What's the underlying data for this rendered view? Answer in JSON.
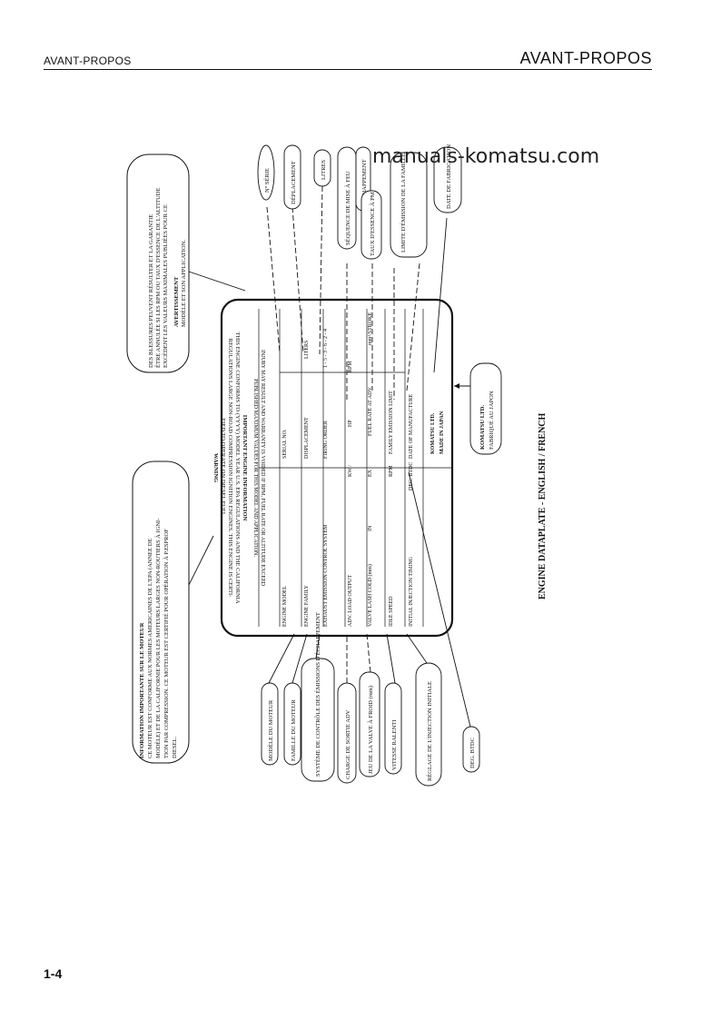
{
  "header": {
    "left_title": "AVANT-PROPOS",
    "right_title": "AVANT-PROPOS"
  },
  "watermark": "manuals-komatsu.com",
  "page_number": "1-4",
  "figure": {
    "caption": "ENGINE DATAPLATE - ENGLISH / FRENCH",
    "plate_callout": [
      "KOMATSU LTD.",
      "FABRIQUÉ AU JAPON"
    ],
    "info_note": [
      "INFORMATION IMPORTANTE SUR LE MOTEUR",
      "CE MOTEUR EST CONFORME AUX NORMES AMERICAINES DE L'EPA (ANNEE DE",
      "MODÈLE) ET DE LA CALIFORNIE POUR LES MOTEURS LARGES NON-ROUTIERS À IGNI-",
      "TION PAR COMPRESSION. CE MOTEUR EST CERTIFIÉ POUR OPÉRATION À P.ESPROF",
      "DIESEL."
    ],
    "warning_note": [
      "AVERTISSEMENT",
      "DES BLESSURES PEUVENT RÉSULTER ET LA GARANTIE",
      "ÊTRE ANNULÉE SI LES RPM OU TAUX D'ESSENCE DE L'ALTITUDE",
      "EXCÈDENT LES VALEURS MAXIMALES PUBLIÉES POUR CE",
      "MODÈLE ET SON APPLICATION."
    ],
    "plate": {
      "title": "IMPORTANT ENGINE INFORMATION",
      "intro": [
        "THIS ENGINE CONFORMS TO (YYYY) MODEL YEAR U.S. EPA REGULATIONS AND THE CALIFORNIA",
        "REGULATIONS LARGE NON-ROAD COMPRESSION IGNITION ENGINES. THIS ENGINE IS CERTI-",
        "FIED TO OPERATE ON DIESEL FUEL."
      ],
      "warning_label": "WARNING",
      "warning_text": [
        "INJURY MAY RESULT AND WARRANTY IS VOIDED IF RPM, FUEL RATE OR ALTITUDE EXCEED",
        "PUBLISHED MAXIMUM VALUES FOR THIS MODEL AND APPLICATION."
      ],
      "rows": [
        [
          "ENGINE MODEL",
          "SERIAL NO."
        ],
        [
          "ENGINE FAMILY",
          "DISPLACEMENT",
          "LITERS"
        ],
        [
          "EXHAUST EMISSION CONTROL SYSTEM",
          "FIRING ORDER",
          "1 - 5 - 3 - 6 - 2 - 4"
        ],
        [
          "ADV. LOAD OUTPUT",
          "KW  /",
          "HP",
          "RPM"
        ],
        [
          "VALVE LASH COLD (mm)",
          "IN",
          "EX",
          "FUEL RATE AT ADV.",
          "mm³/STROKE"
        ],
        [
          "IDLE SPEED",
          "RPM",
          "FAMILY EMISSION LIMIT"
        ],
        [
          "INITIAL INJECTION TIMING",
          "DEG. BTDC",
          "DATE OF MANUFACTURE"
        ]
      ],
      "maker": [
        "KOMATSU LTD.",
        "MADE IN JAPAN"
      ]
    },
    "callouts_right": [
      "N° SÉRIE",
      "DÉPLACEMENT",
      "LITRES",
      "SÉQUENCE DE MISE À FEU",
      "L'ÉCHAPPEMENT",
      "TAUX D'ESSENCE À PM",
      "LIMITE D'ÉMISSION DE LA FAMILLE",
      "DATE DE FABRICATION"
    ],
    "callouts_left": [
      "MODÈLE DU MOTEUR",
      "FAMILLE DU MOTEUR",
      "SYSTÈME DE CONTRÔLE DES ÉMISSIONS D'ÉCHAPPEMENT",
      "CHARGE DE SORTIE ADV",
      "JEU DE LA VALVE À FROID (mm)",
      "VITESSE RALENTI",
      "RÉGLAGE DE L'INJECTION INITIALE",
      "DEG. BTDC"
    ]
  }
}
